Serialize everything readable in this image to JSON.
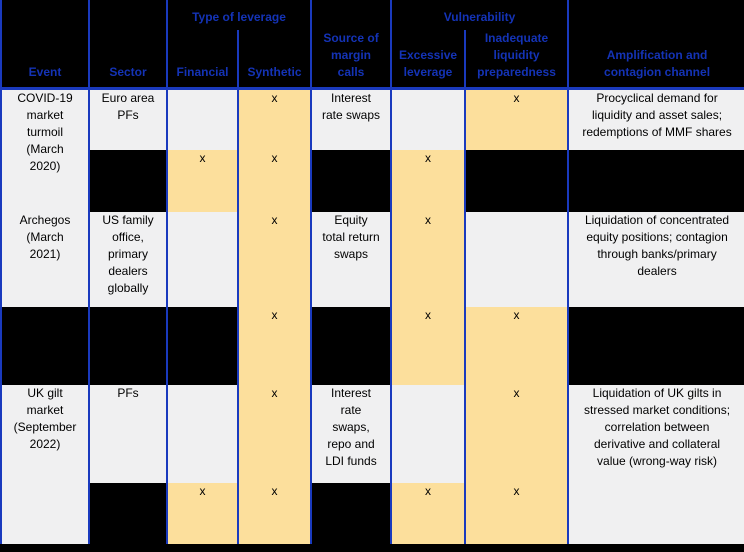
{
  "colors": {
    "border_blue": "#1a3abe",
    "header_text_blue": "#1433b6",
    "highlight_tan": "#fcdf9c",
    "cell_grey": "#f0f0f1",
    "background_black": "#000000"
  },
  "table": {
    "header": {
      "event": "Event",
      "sector": "Sector",
      "type_of_leverage": "Type of leverage",
      "financial": "Financial",
      "synthetic": "Synthetic",
      "source_of_margin_calls": "Source of\nmargin\ncalls",
      "vulnerability": "Vulnerability",
      "excessive_leverage": "Excessive\nleverage",
      "inadequate_liquidity": "Inadequate\nliquidity\npreparedness",
      "amplification": "Amplification and\ncontagion channel"
    },
    "mark": "x",
    "rows": [
      {
        "event": "COVID-19\nmarket\nturmoil\n(March\n2020)",
        "sector": "Euro area\nPFs",
        "financial": "",
        "synthetic": "x",
        "source": "Interest\nrate swaps",
        "excessive": "",
        "inadequate": "x",
        "amplification": "Procyclical demand for\nliquidity and asset sales;\nredemptions of MMF shares"
      },
      {
        "financial": "x",
        "synthetic": "x",
        "excessive": "x"
      },
      {
        "event": "Archegos\n(March\n2021)",
        "sector": "US family\noffice,\nprimary\ndealers\nglobally",
        "financial": "",
        "synthetic": "x",
        "source": "Equity\ntotal return\nswaps",
        "excessive": "x",
        "inadequate": "",
        "amplification": "Liquidation of concentrated\nequity positions; contagion\nthrough banks/primary\ndealers"
      },
      {
        "synthetic": "x",
        "excessive": "x",
        "inadequate": "x"
      },
      {
        "event": "UK gilt\nmarket\n(September\n2022)",
        "sector": "PFs",
        "financial": "",
        "synthetic": "x",
        "source": "Interest\nrate\nswaps,\nrepo and\nLDI funds",
        "excessive": "",
        "inadequate": "x",
        "amplification": "Liquidation of UK gilts in\nstressed market conditions;\ncorrelation between\nderivative and collateral\nvalue (wrong-way risk)"
      },
      {
        "financial": "x",
        "synthetic": "x",
        "excessive": "x",
        "inadequate": "x"
      }
    ]
  }
}
